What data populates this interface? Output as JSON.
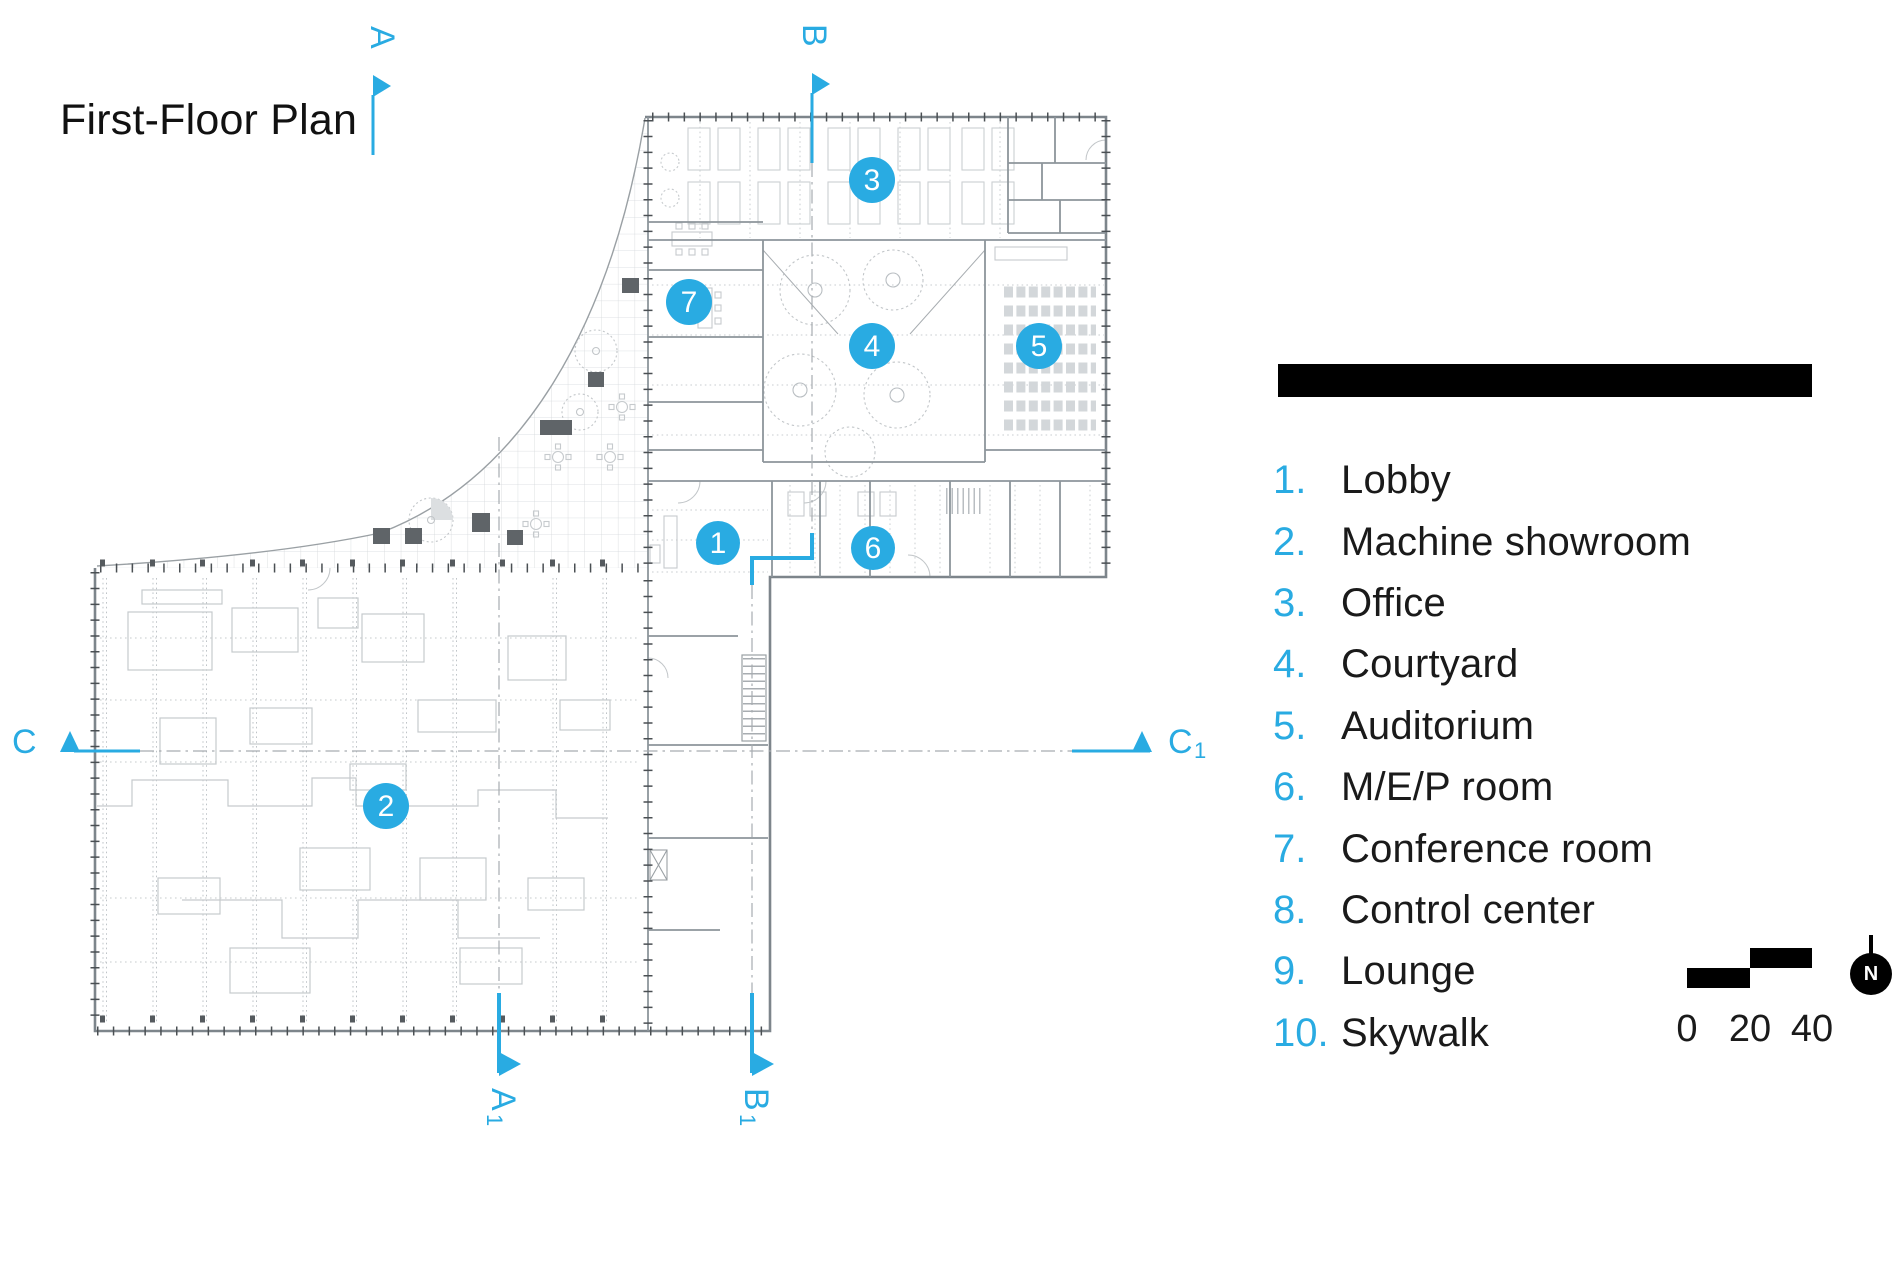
{
  "title": "First-Floor Plan",
  "colors": {
    "accent": "#29ABE2",
    "ink": "#1a1a1a",
    "bar": "#000000"
  },
  "sections": {
    "a": {
      "letter": "A"
    },
    "b": {
      "letter": "B"
    },
    "c": {
      "letter": "C"
    },
    "a1": {
      "letter": "A",
      "sub": "1"
    },
    "b1": {
      "letter": "B",
      "sub": "1"
    },
    "c1": {
      "letter": "C",
      "sub": "1"
    }
  },
  "plan": {
    "markers": [
      "1",
      "2",
      "3",
      "4",
      "5",
      "6",
      "7"
    ]
  },
  "legend": {
    "items": [
      {
        "num": "1.",
        "label": "Lobby"
      },
      {
        "num": "2.",
        "label": "Machine showroom"
      },
      {
        "num": "3.",
        "label": "Office"
      },
      {
        "num": "4.",
        "label": "Courtyard"
      },
      {
        "num": "5.",
        "label": "Auditorium"
      },
      {
        "num": "6.",
        "label": "M/E/P room"
      },
      {
        "num": "7.",
        "label": "Conference room"
      },
      {
        "num": "8.",
        "label": "Control center"
      },
      {
        "num": "9.",
        "label": "Lounge"
      },
      {
        "num": "10.",
        "label": "Skywalk"
      }
    ]
  },
  "scale_bar": {
    "ticks": [
      "0",
      "20",
      "40"
    ]
  },
  "north": {
    "label": "N"
  }
}
